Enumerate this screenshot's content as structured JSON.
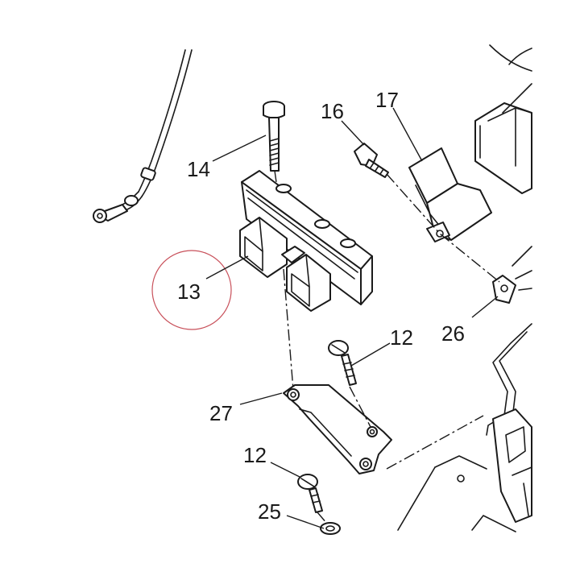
{
  "diagram": {
    "callouts": [
      {
        "id": "c14",
        "text": "14"
      },
      {
        "id": "c16",
        "text": "16"
      },
      {
        "id": "c17",
        "text": "17"
      },
      {
        "id": "c13",
        "text": "13"
      },
      {
        "id": "c26",
        "text": "26"
      },
      {
        "id": "c12a",
        "text": "12"
      },
      {
        "id": "c27",
        "text": "27"
      },
      {
        "id": "c12b",
        "text": "12"
      },
      {
        "id": "c25",
        "text": "25"
      }
    ],
    "highlight": {
      "target": "13",
      "color": "#c8505a"
    },
    "line_color": "#1a1a1a"
  }
}
